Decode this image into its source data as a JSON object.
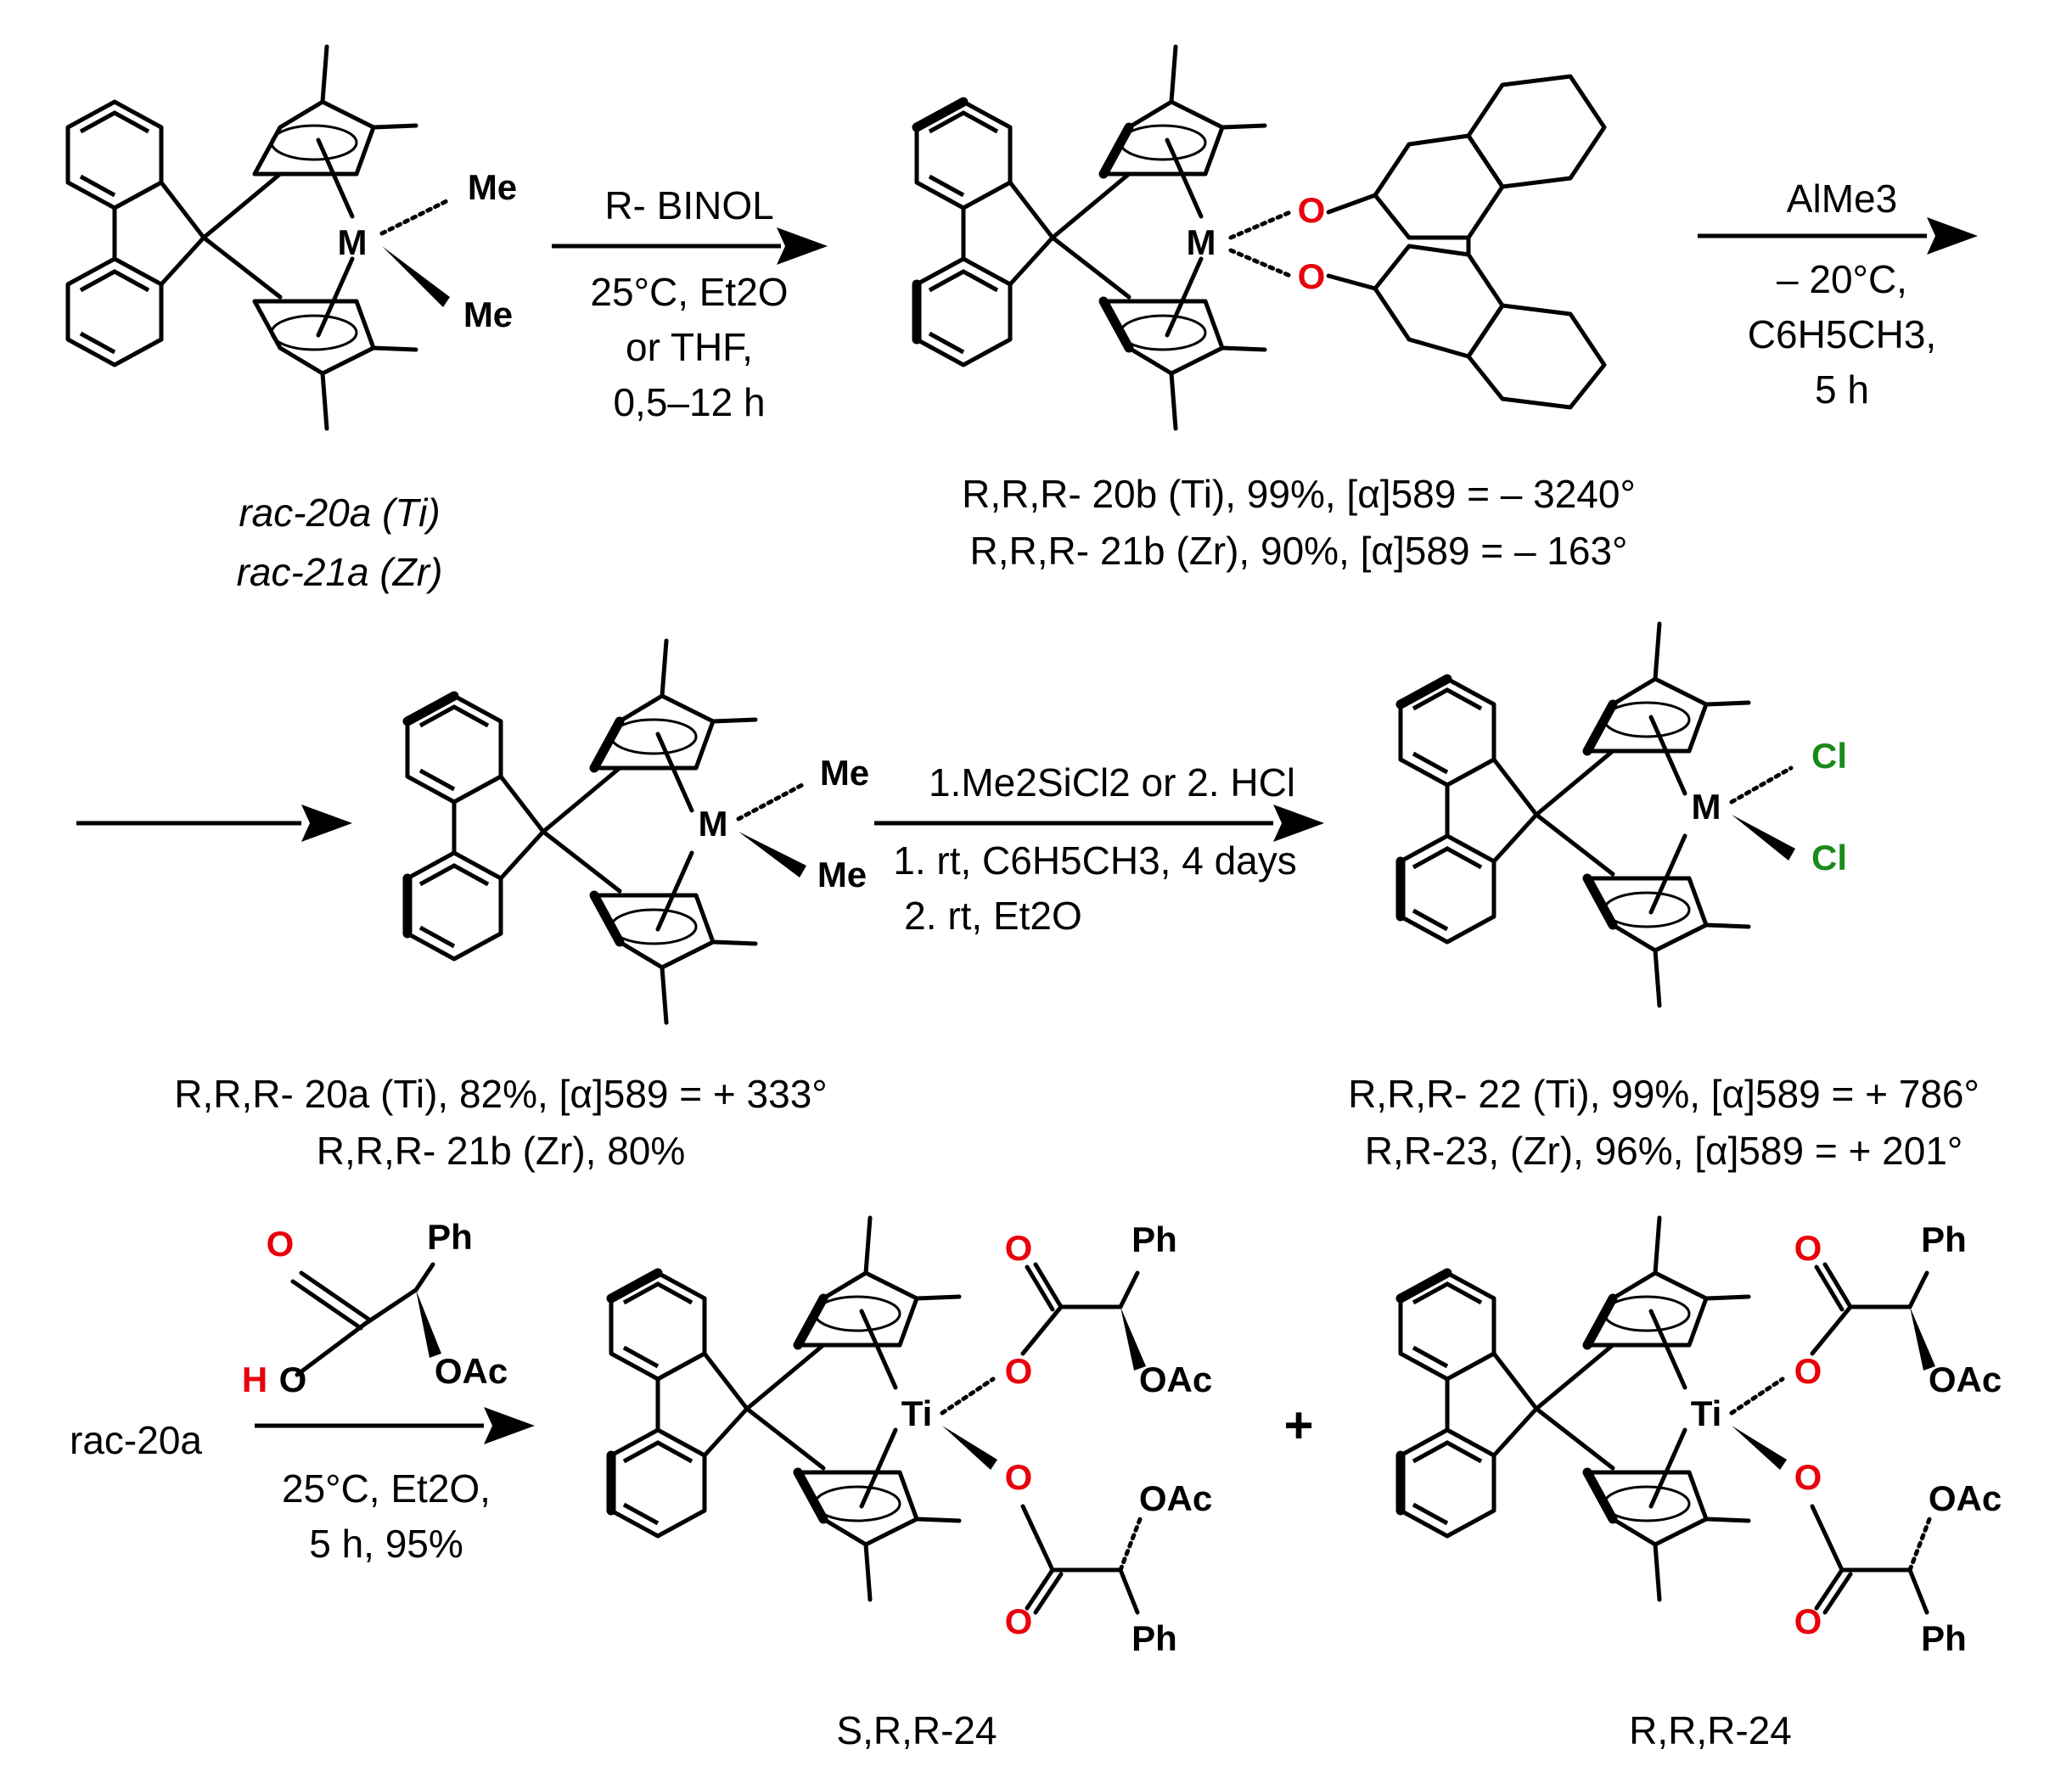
{
  "colors": {
    "oxygen": "#e8000b",
    "chlorine": "#1a8a1a",
    "text": "#000000"
  },
  "atoms": {
    "metal": "M",
    "titanium": "Ti",
    "methyl": "Me",
    "chlorine": "Cl",
    "oxygen": "O",
    "hydroxyl_h": "H",
    "phenyl": "Ph",
    "acetoxy": "OAc"
  },
  "row1": {
    "start_label_1": "rac-20a (Ti)",
    "start_label_2": "rac-21a (Zr)",
    "step1_conditions": [
      "R- BINOL",
      "25°C, Et2O",
      "or THF,",
      "0,5–12 h"
    ],
    "product_label_1": "R,R,R- 20b (Ti), 99%, [α]589 = – 3240°",
    "product_label_2": "R,R,R- 21b (Zr), 90%, [α]589 = – 163°",
    "step2_conditions": [
      "AlMe3",
      "– 20°C,",
      "C6H5CH3,",
      "5 h"
    ]
  },
  "row2": {
    "product_label_1": "R,R,R- 20a (Ti), 82%, [α]589 = + 333°",
    "product_label_2": "R,R,R- 21b (Zr), 80%",
    "step3_conditions": [
      "1.Me2SiCl2 or 2. HCl",
      "1. rt, C6H5CH3, 4 days",
      "2. rt, Et2O"
    ],
    "product2_label_1": "R,R,R- 22 (Ti), 99%, [α]589 = + 786°",
    "product2_label_2": "R,R-23, (Zr), 96%, [α]589 = + 201°"
  },
  "row3": {
    "reactant": "rac-20a",
    "step4_conditions": [
      "25°C, Et2O,",
      "5 h, 95%"
    ],
    "plus": "+",
    "product_label_left": "S,R,R-24",
    "product_label_right": "R,R,R-24"
  }
}
